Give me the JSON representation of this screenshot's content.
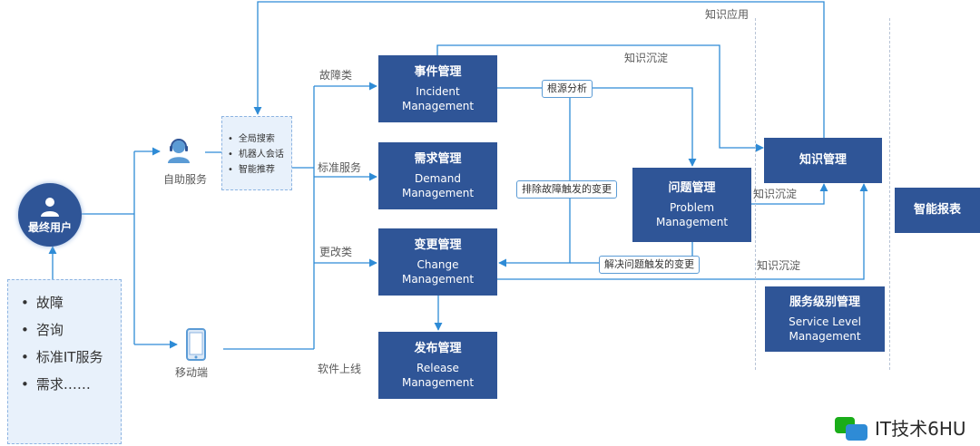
{
  "user": {
    "label": "最终用户"
  },
  "self_service": {
    "label": "自助服务",
    "items": [
      "全局搜索",
      "机器人会话",
      "智能推荐"
    ]
  },
  "mobile": {
    "label": "移动端"
  },
  "requests": {
    "items": [
      "故障",
      "咨询",
      "标准IT服务",
      "需求……"
    ]
  },
  "processes": {
    "incident": {
      "zh": "事件管理",
      "en1": "Incident",
      "en2": "Management"
    },
    "demand": {
      "zh": "需求管理",
      "en1": "Demand",
      "en2": "Management"
    },
    "change": {
      "zh": "变更管理",
      "en1": "Change",
      "en2": "Management"
    },
    "release": {
      "zh": "发布管理",
      "en1": "Release",
      "en2": "Management"
    },
    "problem": {
      "zh": "问题管理",
      "en1": "Problem",
      "en2": "Management"
    },
    "knowledge": {
      "zh": "知识管理"
    },
    "slm": {
      "zh": "服务级别管理",
      "en1": "Service Level",
      "en2": "Management"
    },
    "report": {
      "zh": "智能报表"
    }
  },
  "edge_labels": {
    "fault_type": "故障类",
    "standard_service": "标准服务",
    "change_type": "更改类",
    "software_release": "软件上线",
    "knowledge_apply": "知识应用",
    "knowledge_deposit_top": "知识沉淀",
    "knowledge_deposit_problem": "知识沉淀",
    "knowledge_deposit_change": "知识沉淀"
  },
  "tags": {
    "root_cause": "根源分析",
    "fault_change": "排除故障触发的变更",
    "problem_change": "解决问题触发的变更"
  },
  "brand": {
    "text": "IT技术6HU"
  },
  "colors": {
    "box": "#2f5597",
    "line": "#2e8bd6",
    "tag_border": "#5b9bd5"
  }
}
